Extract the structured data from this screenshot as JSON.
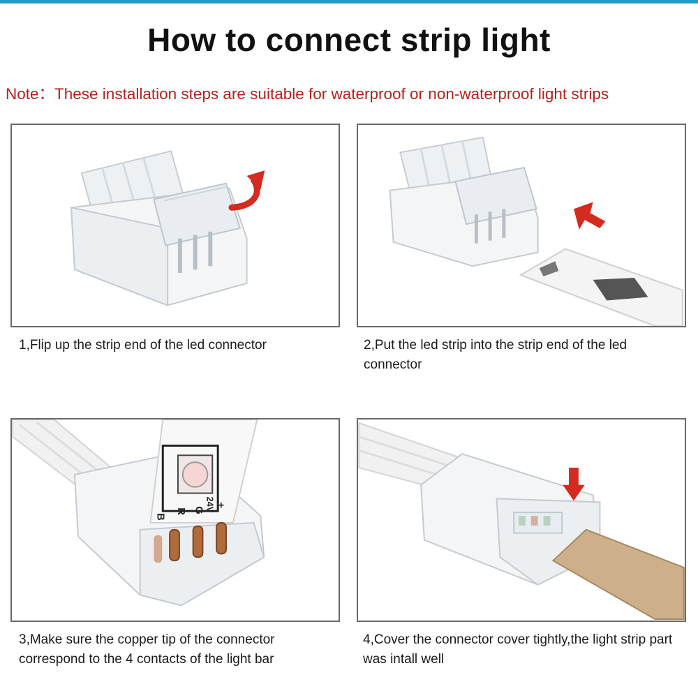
{
  "title": "How to connect strip light",
  "note": "Note：These installation steps are suitable for waterproof or non-waterproof light strips",
  "steps": [
    {
      "caption": "1,Flip up the strip end of the led connector"
    },
    {
      "caption": "2,Put the led strip into the strip end of the led connector"
    },
    {
      "caption": "3,Make sure the copper tip of the connector correspond to the 4 contacts of the light bar"
    },
    {
      "caption": "4,Cover the connector cover tightly,the light strip part was intall well"
    }
  ],
  "strip_markings": {
    "plus": "+",
    "volt": "24V",
    "g": "G",
    "r": "R",
    "b": "B"
  },
  "colors": {
    "accent_rule": "#1a9ec9",
    "note_text": "#b3221c",
    "arrow": "#d42a1f",
    "copper": "#b06a3c"
  }
}
